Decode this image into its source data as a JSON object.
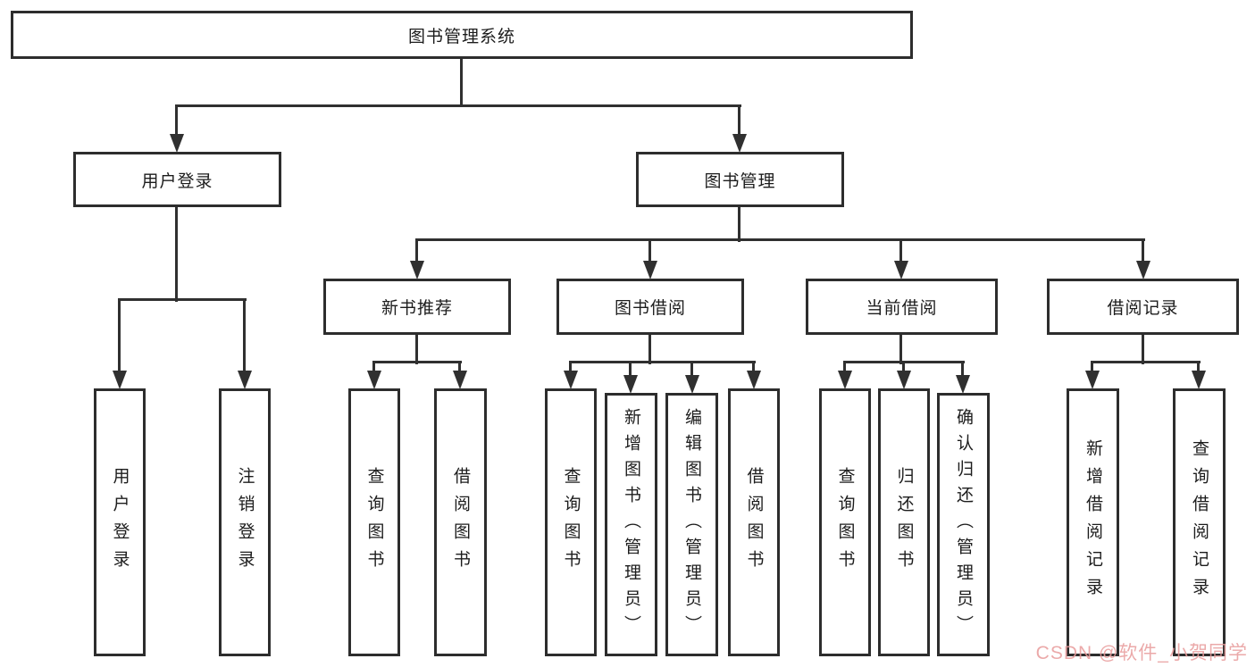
{
  "diagram": {
    "title": "图书管理系统",
    "root": {
      "label": "图书管理系统"
    },
    "user_login": {
      "label": "用户登录",
      "children": [
        {
          "label": "用户登录"
        },
        {
          "label": "注销登录"
        }
      ]
    },
    "book_mgmt": {
      "label": "图书管理",
      "branches": [
        {
          "label": "新书推荐",
          "children": [
            {
              "label": "查询图书"
            },
            {
              "label": "借阅图书"
            }
          ]
        },
        {
          "label": "图书借阅",
          "children": [
            {
              "label": "查询图书"
            },
            {
              "label": "新增图书（管理员）"
            },
            {
              "label": "编辑图书（管理员）"
            },
            {
              "label": "借阅图书"
            }
          ]
        },
        {
          "label": "当前借阅",
          "children": [
            {
              "label": "查询图书"
            },
            {
              "label": "归还图书"
            },
            {
              "label": "确认归还（管理员）"
            }
          ]
        },
        {
          "label": "借阅记录",
          "children": [
            {
              "label": "新增借阅记录"
            },
            {
              "label": "查询借阅记录"
            }
          ]
        }
      ]
    }
  },
  "watermark": {
    "text": "CSDN @软件_小贺同学",
    "color": "#e89b9b"
  },
  "colors": {
    "line": "#303030",
    "box_border": "#2d2d2d",
    "text": "#1c1c1c",
    "background": "#ffffff"
  }
}
